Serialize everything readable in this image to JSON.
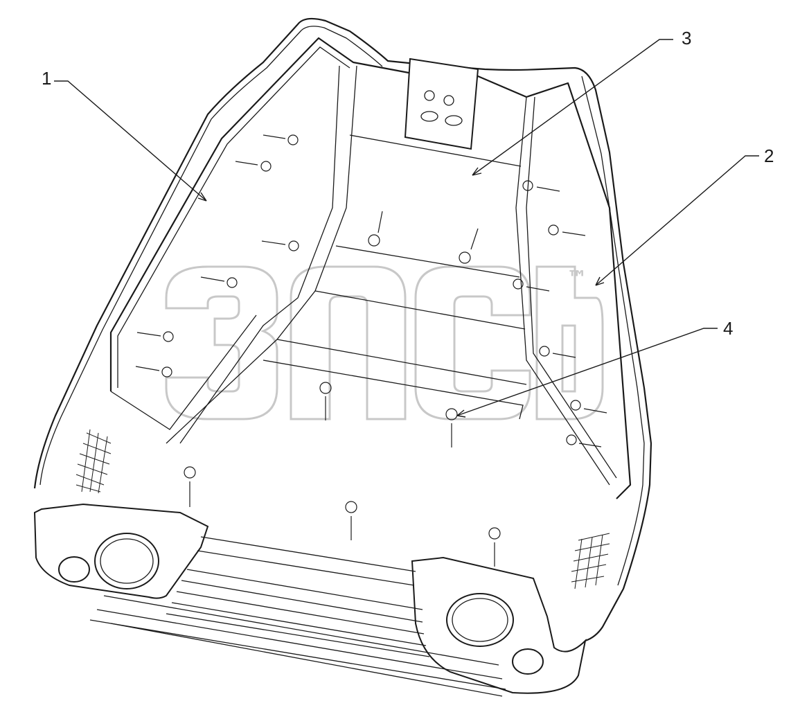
{
  "diagram": {
    "callouts": [
      {
        "id": "1",
        "label": "1"
      },
      {
        "id": "2",
        "label": "2"
      },
      {
        "id": "3",
        "label": "3"
      },
      {
        "id": "4",
        "label": "4"
      }
    ],
    "watermark": {
      "trademark": "™"
    }
  }
}
